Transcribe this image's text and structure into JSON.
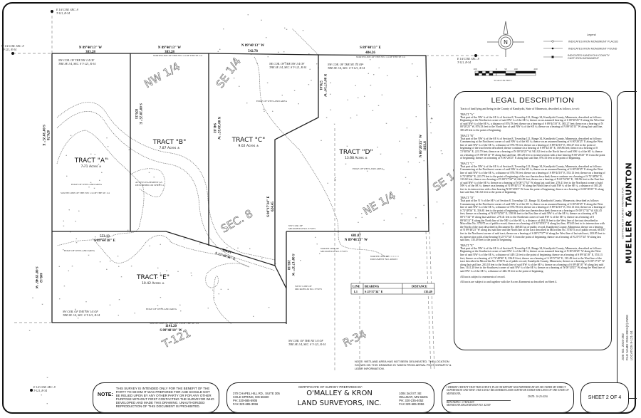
{
  "drawing": {
    "corners": {
      "e_quarter_top": [
        "E 1/4 COR. SEC. 8",
        "T-121, R-34"
      ],
      "w_quarter_left": [
        "W 1/4 COR. SEC. 8",
        "T-121, R-34"
      ],
      "e_quarter_right": [
        "E 1/4 COR. SEC. 8",
        "T-121, R-34"
      ],
      "nw_corner": [
        "NW COR. OF THE NW 1/4 OF",
        "THE SE 1/4, SEC. 8 T-121, R-34"
      ],
      "ne_corner_nw": [
        "NE COR. OF THE NW 1/4 OF",
        "THE SE 1/4, SEC. 8 T-121, R-34"
      ],
      "nw_corner_ne": [
        "NW COR. OF THE NE 1/4 OF",
        "THE SE 1/4, SEC. 8 T-121, R-34"
      ],
      "sw_corner": [
        "SW COR. OF THE NW 1/4 OF",
        "THE SE 1/4, SEC. 8 T-121, R-34"
      ],
      "sw_corner_ne": [
        "SW COR. OF THE NE 1/4 OF",
        "THE SE 1/4, SEC. 8 T-121, R-34"
      ]
    },
    "bearings": [
      {
        "bearing": "N 89°40'13\" W",
        "distance": "383.28"
      },
      {
        "bearing": "N 89°40'13\" W",
        "distance": "383.28"
      },
      {
        "bearing": "N 89°40'13\" W",
        "distance": "542.78"
      },
      {
        "bearing": "S 89°40'13\" E",
        "distance": "484.26"
      },
      {
        "bearing": "S 89°44'18\" E",
        "distance": "553.13"
      },
      {
        "bearing": "S 72°48'56\" E",
        "distance": "356.81"
      },
      {
        "bearing": "N 89°48'23\" W",
        "distance": "681.87"
      },
      {
        "bearing": "S 89°48'18\" W",
        "distance": "1141.20"
      },
      {
        "bearing": "S 00°20'25\" E",
        "distance": "876.78"
      },
      {
        "bearing": "S 00°20'25\" E",
        "distance": "876.33"
      },
      {
        "bearing": "N 00°20'25\" W",
        "distance": "941.02"
      },
      {
        "bearing": "S 00°17'34\" E",
        "distance": "624.45"
      },
      {
        "bearing": "N 00°17'34\" W",
        "distance": "578.41"
      },
      {
        "bearing": "S 00°17'37\" W",
        "distance": "203.18"
      },
      {
        "bearing": "S 00°19'46\" W",
        "distance": "449.12"
      },
      {
        "bearing": "N 00°20'25\" W",
        "distance": "1163.8"
      }
    ],
    "tracts": [
      {
        "name": "TRACT \"A\"",
        "acres": "7.71 Acres ±"
      },
      {
        "name": "TRACT \"B\"",
        "acres": "7.87 Acres ±"
      },
      {
        "name": "TRACT \"C\"",
        "acres": "9.02 Acres ±"
      },
      {
        "name": "TRACT \"D\"",
        "acres": "13.08 Acres ±"
      },
      {
        "name": "TRACT \"E\"",
        "acres": "10.42 Acres ±"
      }
    ],
    "quarters": [
      "NW 1/4",
      "SE 1/4",
      "NE 1/4",
      "SE 1/4",
      "SEC. 8",
      "T-121",
      "R-34"
    ],
    "notes": {
      "wetland": "EDGE OF WETLAND AREA",
      "access": [
        "ACCESS EASEMENT AS",
        "DESCRIBED ON SHEET 4"
      ],
      "north_line": "NORTH LINE OF THE NW 1/4 OF THE SE 1/4",
      "south_line": "SOUTH LINE OF THE NW 1/4 OF THE SE 1/4",
      "microfilm_n": [
        "NORTH LINE OF",
        "MICROFILM NO. 375075"
      ],
      "microfilm_w": [
        "WEST LINE OF",
        "MICROFILM NO. 375075"
      ],
      "microfilm_ne": [
        "NW COR. OF",
        "MICROFILM NO. 375075"
      ],
      "document": [
        "NORTH LINE OF",
        "DOCUMENT NO. 469453"
      ],
      "wetland_disclaimer": "NOTE: WETLAND AREA HAS NOT BEEN DELINEATED. THE LOCATION SHOWN ON THIS DRAWING IS TAKEN FROM AERIAL PHOTOGRAPHY & LIDAR INFORMATION."
    },
    "line_table": {
      "headers": [
        "LINE",
        "BEARING",
        "DISTANCE"
      ],
      "rows": [
        [
          "L1",
          "S 25°57'34\" E",
          "135.49"
        ]
      ]
    }
  },
  "legend": {
    "title": "Legend",
    "items": [
      "INDICATES IRON MONUMENT PLACED",
      "INDICATES IRON MONUMENT FOUND",
      "INDICATES KANDIYOHI COUNTY CAST IRON MONUMENT"
    ],
    "north_letter": "N",
    "scale_ticks": [
      "100",
      "0",
      "50",
      "100",
      "200"
    ],
    "scale_label": "SCALE IN FEET"
  },
  "legal_description": {
    "title": "LEGAL DESCRIPTION",
    "intro": "Tracts of land lying and being in the County of Kandiyohi, State of Minnesota, described as follows, to-wit:",
    "tracts": [
      {
        "label": "TRACT \"A\"",
        "text": "That part of the NW ¼ of the SE ¼ of Section 8, Township 121, Range 34, Kandiyohi County, Minnesota, described as follows: Beginning at the Northwest corner of said NW ¼ of the SE ¼; thence on an assumed bearing of S 00°20'25\" E along the West line of said NW ¼ of the SE ¼, a distance of 876.78 feet; thence on a bearing of S 89°44'18\" E, 383.27 feet; thence on a bearing of N 00°20'25\" W, 876.33 feet to the North line of said NW ¼ of the SE ¼; thence on a bearing of N 89°40'13\" W along last said line, 383.28 feet to the point of beginning."
      },
      {
        "label": "TRACT \"B\"",
        "text": "That part of the NW ¼ of the SE ¼ of Section 8, Township 121, Range 34, Kandiyohi County, Minnesota, described as follows: Commencing at the Northwest corner of said NW ¼ of the SE ¼; thence on an assumed bearing of S 00°20'25\" E along the West line of said NW ¼ of the SE ¼, a distance of 876.78 feet; thence on a bearing of S 89°44'18\" E, 383.27 feet to the point of beginning of the tract herein described; thence continue on a bearing of S 89°44'18\" E, 169.86 feet; thence on a bearing of S 72°48'56\" E, 223.79 feet; thence on a bearing of N 00°20'25\" W, 941.02 feet to the North line of said NW ¼ of the SE ¼; thence on a bearing of N 89°40'13\" W along last said line, 383.28 feet to its intersection with a line bearing N 00°20'25\" W from the point of beginning; thence on a bearing of S 00°20'25\" E along last said line, 876.33 feet to the point of beginning."
      },
      {
        "label": "TRACT \"C\"",
        "text": "That part of the NW ¼ of the SE ¼ of Section 8, Township 121, Range 34, Kandiyohi County, Minnesota, described as follows: Commencing at the Northwest corner of said NW ¼ of the SE ¼; thence on an assumed bearing of S 00°20'25\" E along the West line of said NW ¼ of the SE ¼, a distance of 876.78 feet; thence on a bearing of S 89°44'18\" E, 553.13 feet; thence on a bearing of S 72°48'56\" E, 223.79 feet to the point of beginning of the tract herein described; thence continue on a bearing of S 72°48'56\" E, 133.02 feet; thence on a bearing of N 00°17'34\" W, 624.45 feet; thence on a bearing of N 65°52'30\" E, 158.96 feet to the East line of said NW ¼ of the SE ¼; thence on a bearing of N 00°17'34\" W along last said line, 278.41 feet to the Northeast corner of said NW ¼ of the SE ¼; thence on a bearing of N 89°40'13\" W along the North line of said NW ¼ of the SE ¼, a distance of 383.28 feet to its intersection with a line bearing N 00°20'25\" W from the point of beginning; thence on a bearing of S 00°20'25\" E along last said line, 941.02 feet to the point of beginning."
      },
      {
        "label": "TRACT \"D\"",
        "text": "That part of the N ½ of the SE ¼ of Section 8, Township 121, Range 34, Kandiyohi County, Minnesota, described as follows: Commencing at the Northwest corner of said NW ¼ of the SE ¼; thence on an assumed bearing of S 00°20'25\" E along the West line of said NW ¼ of the SE ¼, a distance of 876.78 feet; thence on a bearing of S 89°44'18\" E, 553.13 feet; thence on a bearing of S 72°48'56\" E, 356.81 feet to the point of beginning of the tract herein described; thence on a bearing of N 00°17'34\" W, 624.45 feet; thence on a bearing of N 65°52'30\" E, 158.96 feet to the East line of said NW ¼ of the SE ¼; thence on a bearing of N 00°17'34\" W along last said line, 278.41 feet to the Northeast corner of said NW ¼ of the SE ¼; thence on a bearing of S 89°40'13\" E along the North line of the NE ¼ of the SE ¼, a distance of 484.26 feet to the West line of the tract described in Microfilm No. 375075 as of public record; thence on a bearing of S 02°35'03\" E along last line, 874.65 feet to its intersection with the North of the tract described in Document No. 469453 as of public record, Kandiyohi County, Minnesota; thence on a bearing of N 89°48'23\" W along last said line and the North line of the tract described in Microfilm No. 375075 as of public record, 681.87 feet to the Northwest corner of said tract; thence on a bearing of S 00°17'37\" W along the West line of last said tract, 203.85 feet to its intersection with a line bearing N 25°57'34\" E from the point of beginning; thence on a bearing of N 25°57'34\" W along last said line, 135.49 feet to the point of beginning."
      },
      {
        "label": "TRACT \"E\"",
        "text": "That part of the NW ¼ of the SE ¼ of Section 8, Township 121, Range 34, Kandiyohi County, Minnesota, described as follows: Beginning at the Southwest corner of said NW ¼ of the SE ¼; thence on an assumed bearing of N 00°20'25\" W along the West line of said NW ¼ of the SE ¼, a distance of 449.12 feet to the point of beginning; thence on a bearing of S 89°44'18\" E, 553.13 feet; thence on a bearing of S 72°48'56\" E, 356.81 feet; thence on a bearing of S 25°57'34\" E, 135.49 feet to the West line of the tract described in Microfilm No. 375075 as of public record, Kandiyohi County, Minnesota; thence on a bearing of S 00°17'37\" W along last said line, 203.18 feet to the South line of said NW ¼ of the SE ¼; thence on a bearing of S 89°48'18\" W along last said line, 1141.20 feet to the Southwest corner of said NW ¼ of the SE ¼; thence on a bearing of N 00°20'25\" W along the West line of said NW ¼ of the SE ¼, a distance of 446.19 feet to the point of beginning."
      }
    ],
    "footer": [
      "All tracts subject to easements of record.",
      "All tracts are subject to and together with the Access Easement as described on Sheet 4."
    ]
  },
  "title_strip": {
    "job_no": "JOB NO. 2016-302",
    "file_name": "FILE NAME 2016-302A(2).DWG",
    "location": "LOCATION 8-121-34",
    "cert_for": "CERTIFICATE OF SURVEY PREPARED FOR:",
    "client": "MUELLER & TAUNTON"
  },
  "footer": {
    "note_label": "NOTE:",
    "note_text": "THIS SURVEY IS INTENDED ONLY FOR THE BENEFIT OF THE PARTY TO WHOM IT WAS PREPARED FOR AND SHOULD NOT BE RELIED UPON BY ANY OTHER PARTY OR FOR ANY OTHER PURPOSE WITHOUT FIRST CONTACTING THE SURVEYOR WHO DEVELOPED AND MADE THIS DRAWING. UNAUTHORIZED REPRODUCTION OF THIS DOCUMENT IS PROHIBITED.",
    "cert_title": "CERTIFICATE OF SURVEY PREPARED BY:",
    "office1": [
      "370 CHAPEL HILL RD., SUITE 305",
      "COLD SPRING, MN 56320",
      "PH: 320-685-5905",
      "FAX 320-685-3056"
    ],
    "company": [
      "O'MALLEY & KRON",
      "LAND SURVEYORS, INC."
    ],
    "office2": [
      "1004 2nd ST. SE",
      "WILLMAR, MN 56201",
      "PH: 320-235-4052",
      "FAX 320-685-3056"
    ],
    "surveyor_cert": "I HEREBY CERTIFY THAT THIS SURVEY, PLAN OR REPORT WAS PREPARED BY ME OR UNDER MY DIRECT SUPERVISION AND THAT I AM A DULY REGISTERED LAND SURVEYOR UNDER THE LAWS OF THE STATE OF MINNESOTA.",
    "date": "DATE: 10-25-2016",
    "surveyor_name": "BENJAMIN C. O'MALLEY",
    "registration": "MINNESOTA REGISTRATION NO. 42309",
    "sheet": "SHEET 2 OF 4"
  }
}
